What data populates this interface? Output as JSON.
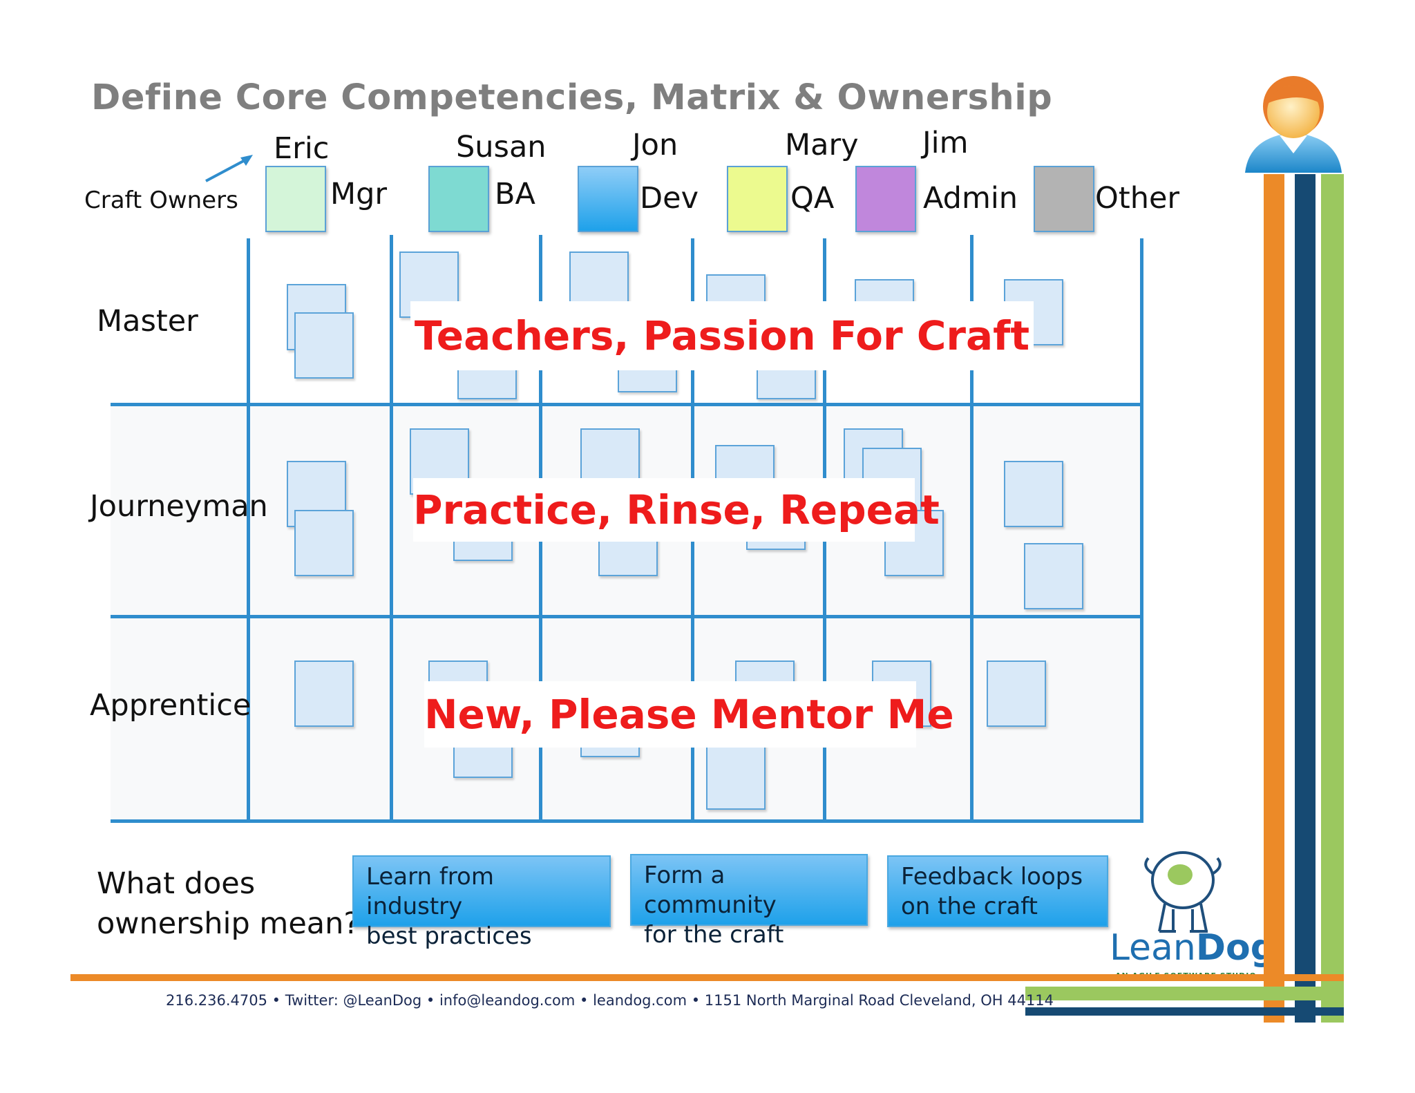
{
  "title": "Define Core Competencies, Matrix & Ownership",
  "craft_owners_label": "Craft Owners",
  "owners": [
    {
      "name": "Eric",
      "role": "Mgr",
      "color": "#d4f5d9"
    },
    {
      "name": "Susan",
      "role": "BA",
      "color": "#7edad2"
    },
    {
      "name": "Jon",
      "role": "Dev",
      "color": "#3ea6ee"
    },
    {
      "name": "Mary",
      "role": "QA",
      "color": "#ecfa8f"
    },
    {
      "name": "Jim",
      "role": "Admin",
      "color": "#c087dc"
    },
    {
      "name": "",
      "role": "Other",
      "color": "#b3b3b3"
    }
  ],
  "levels": [
    {
      "label": "Master",
      "banner": "Teachers, Passion For Craft"
    },
    {
      "label": "Journeyman",
      "banner": "Practice, Rinse, Repeat"
    },
    {
      "label": "Apprentice",
      "banner": "New, Please Mentor Me"
    }
  ],
  "ownership": {
    "question_line1": "What does",
    "question_line2": "ownership mean?",
    "items": [
      {
        "line1": "Learn from industry",
        "line2": "best practices"
      },
      {
        "line1": "Form a community",
        "line2": "for the craft"
      },
      {
        "line1": "Feedback loops",
        "line2": "on the craft"
      }
    ]
  },
  "logo": {
    "text_lean": "Lean",
    "text_dog": "Dog",
    "tagline": "AN AGILE SOFTWARE STUDIO"
  },
  "footer": "216.236.4705 • Twitter: @LeanDog • info@leandog.com • leandog.com • 1151 North Marginal Road Cleveland, OH 44114",
  "colors": {
    "accent_orange": "#ec8a28",
    "accent_navy": "#164a73",
    "accent_green": "#9bc85f",
    "grid_blue": "#2f8dcd",
    "banner_red": "#ee1c1c"
  }
}
